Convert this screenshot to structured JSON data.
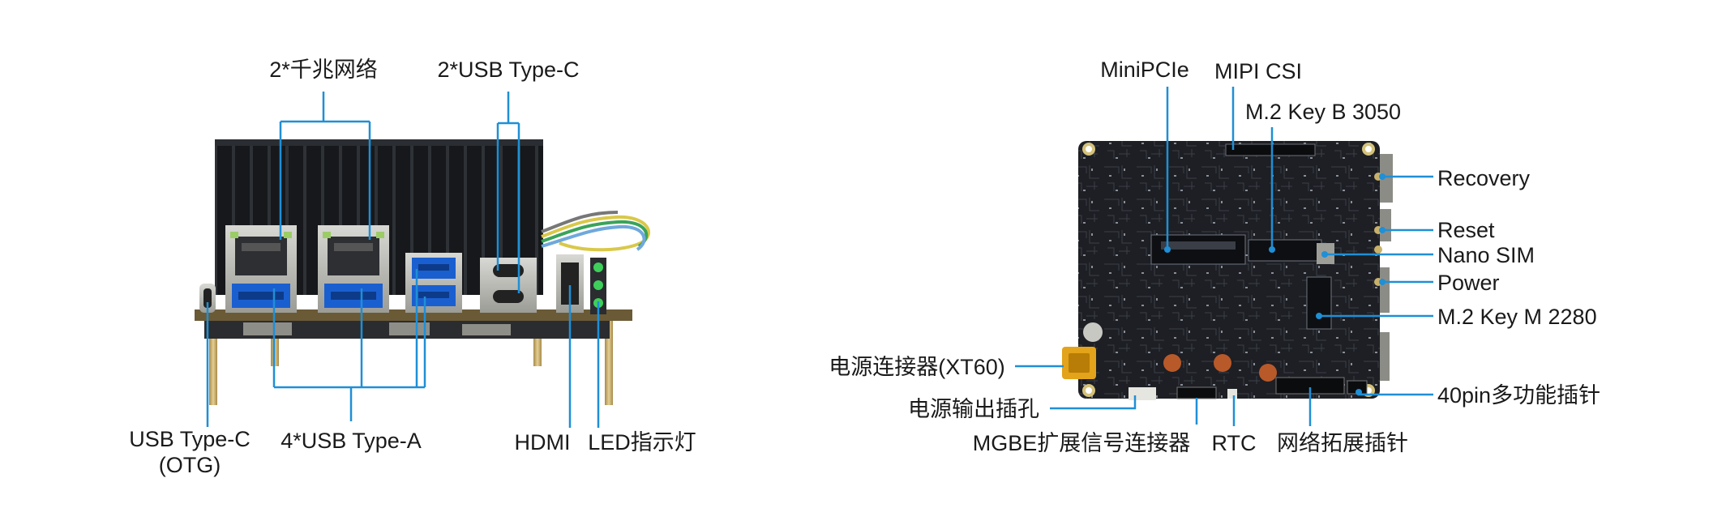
{
  "colors": {
    "background": "#ffffff",
    "leader_line": "#1f8fd6",
    "label_text": "#1a1a1a",
    "pcb": "#1d1f24",
    "heatsink": "#16181b",
    "usb_blue": "#1a5fd0"
  },
  "left_view": {
    "labels": {
      "ethernet": "2*千兆网络",
      "usb_c_top": "2*USB Type-C",
      "usb_c_otg_line1": "USB Type-C",
      "usb_c_otg_line2": "(OTG)",
      "usb_a": "4*USB Type-A",
      "hdmi": "HDMI",
      "led": "LED指示灯"
    }
  },
  "right_view": {
    "labels": {
      "minipcie": "MiniPCIe",
      "mipi_csi": "MIPI CSI",
      "m2_key_b": "M.2 Key B 3050",
      "recovery": "Recovery",
      "reset": "Reset",
      "nano_sim": "Nano SIM",
      "power": "Power",
      "m2_key_m": "M.2 Key M 2280",
      "power_connector": "电源连接器(XT60)",
      "power_output": "电源输出插孔",
      "pin40": "40pin多功能插针",
      "mgbe": "MGBE扩展信号连接器",
      "rtc": "RTC",
      "net_ext": "网络拓展插针"
    }
  }
}
